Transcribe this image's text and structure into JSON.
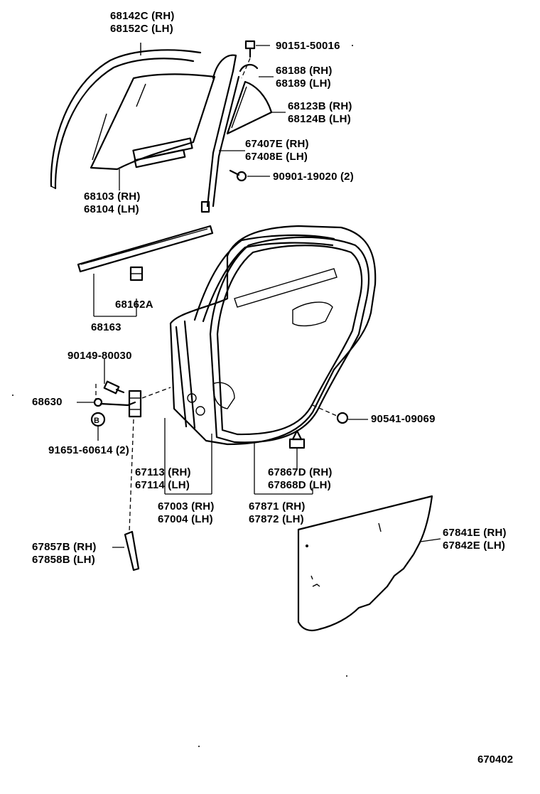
{
  "diagram": {
    "reference_number": "670402",
    "callouts": [
      {
        "id": "run-channel",
        "lines": [
          "68142C (RH)",
          "68152C (LH)"
        ]
      },
      {
        "id": "bolt-top",
        "lines": [
          "90151-50016"
        ]
      },
      {
        "id": "seal-upper",
        "lines": [
          "68188 (RH)",
          "68189 (LH)"
        ]
      },
      {
        "id": "quarter-glass",
        "lines": [
          "68123B (RH)",
          "68124B (LH)"
        ]
      },
      {
        "id": "division-bar",
        "lines": [
          "67407E (RH)",
          "67408E (LH)"
        ]
      },
      {
        "id": "screw-bar",
        "lines": [
          "90901-19020 (2)"
        ]
      },
      {
        "id": "door-glass",
        "lines": [
          "68103 (RH)",
          "68104 (LH)"
        ]
      },
      {
        "id": "belt-clip",
        "lines": [
          "68162A"
        ]
      },
      {
        "id": "belt-weatherstrip",
        "lines": [
          "68163"
        ]
      },
      {
        "id": "bolt-check",
        "lines": [
          "90149-80030"
        ]
      },
      {
        "id": "door-check",
        "lines": [
          "68630"
        ]
      },
      {
        "id": "hole-plug",
        "lines": [
          "91651-60614 (2)"
        ]
      },
      {
        "id": "grommet",
        "lines": [
          "90541-09069"
        ]
      },
      {
        "id": "clip",
        "lines": [
          "67867D (RH)",
          "67868D (LH)"
        ]
      },
      {
        "id": "panel-sub",
        "lines": [
          "67113 (RH)",
          "67114 (LH)"
        ]
      },
      {
        "id": "door-panel",
        "lines": [
          "67003 (RH)",
          "67004 (LH)"
        ]
      },
      {
        "id": "door-weatherstrip",
        "lines": [
          "67871 (RH)",
          "67872 (LH)"
        ]
      },
      {
        "id": "lower-seal",
        "lines": [
          "67857B (RH)",
          "67858B (LH)"
        ]
      },
      {
        "id": "service-hole-cover",
        "lines": [
          "67841E (RH)",
          "67842E (LH)"
        ]
      }
    ]
  }
}
